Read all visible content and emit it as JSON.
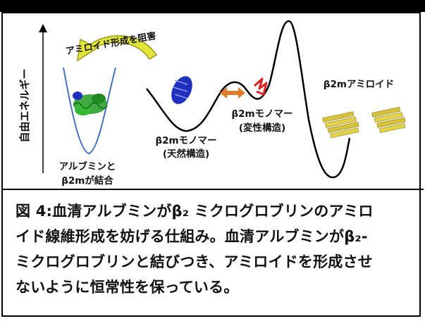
{
  "diagram": {
    "y_axis_label": "自由エネルギー",
    "arrow_label": "アミロイド形成を阻害",
    "albumin_label": [
      "アルブミンと",
      "β2mが結合"
    ],
    "native_label": [
      "β2mモノマー",
      "(天然構造)"
    ],
    "denatured_label": [
      "β2mモノマー",
      "(変性構造)"
    ],
    "amyloid_label": "β2mアミロイド"
  },
  "caption": {
    "lines": [
      "図 4:血清アルブミンがβ₂ ミクログロブリンのアミロ",
      "イド線維形成を妨げる仕組み。血清アルブミンがβ₂-",
      "ミクログロブリンと結びつき、アミロイドを形成させ",
      "ないように恒常性を保っている。"
    ]
  },
  "colors": {
    "energy_curve": "#000000",
    "albumin_curve": "#4472c4",
    "arrow_fill": "#e2e63a",
    "double_arrow": "#e07a2a",
    "denatured_squiggle": "#e02020",
    "native_protein": "#1f2fbf",
    "albumin_protein": "#2ea02e",
    "amyloid_fibril": "#d8c23a"
  }
}
